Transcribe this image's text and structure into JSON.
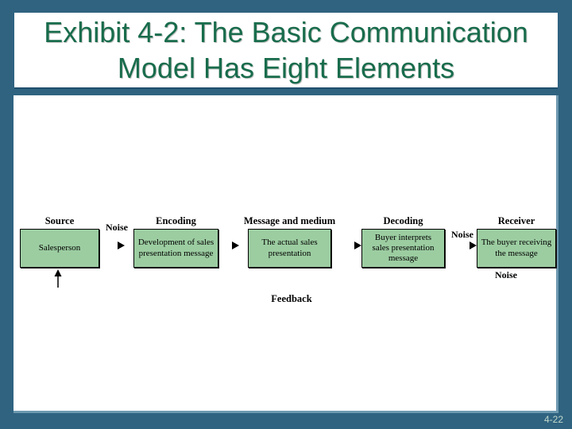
{
  "slide": {
    "title_line1": "Exhibit 4-2: The Basic Communication",
    "title_line2": "Model Has Eight Elements",
    "page_number": "4-22"
  },
  "colors": {
    "frame_background": "#2f6380",
    "title_text": "#186c4c",
    "box_fill": "#9ccda1",
    "box_border": "#000000",
    "bevel_edge": "#6e99b0",
    "page_number_text": "#c2d8cb"
  },
  "diagram": {
    "stages": [
      {
        "header": "Source",
        "body": "Salesperson"
      },
      {
        "header": "Encoding",
        "body": "Development of sales presentation message"
      },
      {
        "header": "Message and medium",
        "body": "The actual sales presentation"
      },
      {
        "header": "Decoding",
        "body": "Buyer interprets sales presentation message"
      },
      {
        "header": "Receiver",
        "body": "The buyer receiving the message"
      }
    ],
    "noise_labels": {
      "left": "Noise",
      "right": "Noise",
      "bottom": "Noise"
    },
    "feedback_label": "Feedback"
  }
}
